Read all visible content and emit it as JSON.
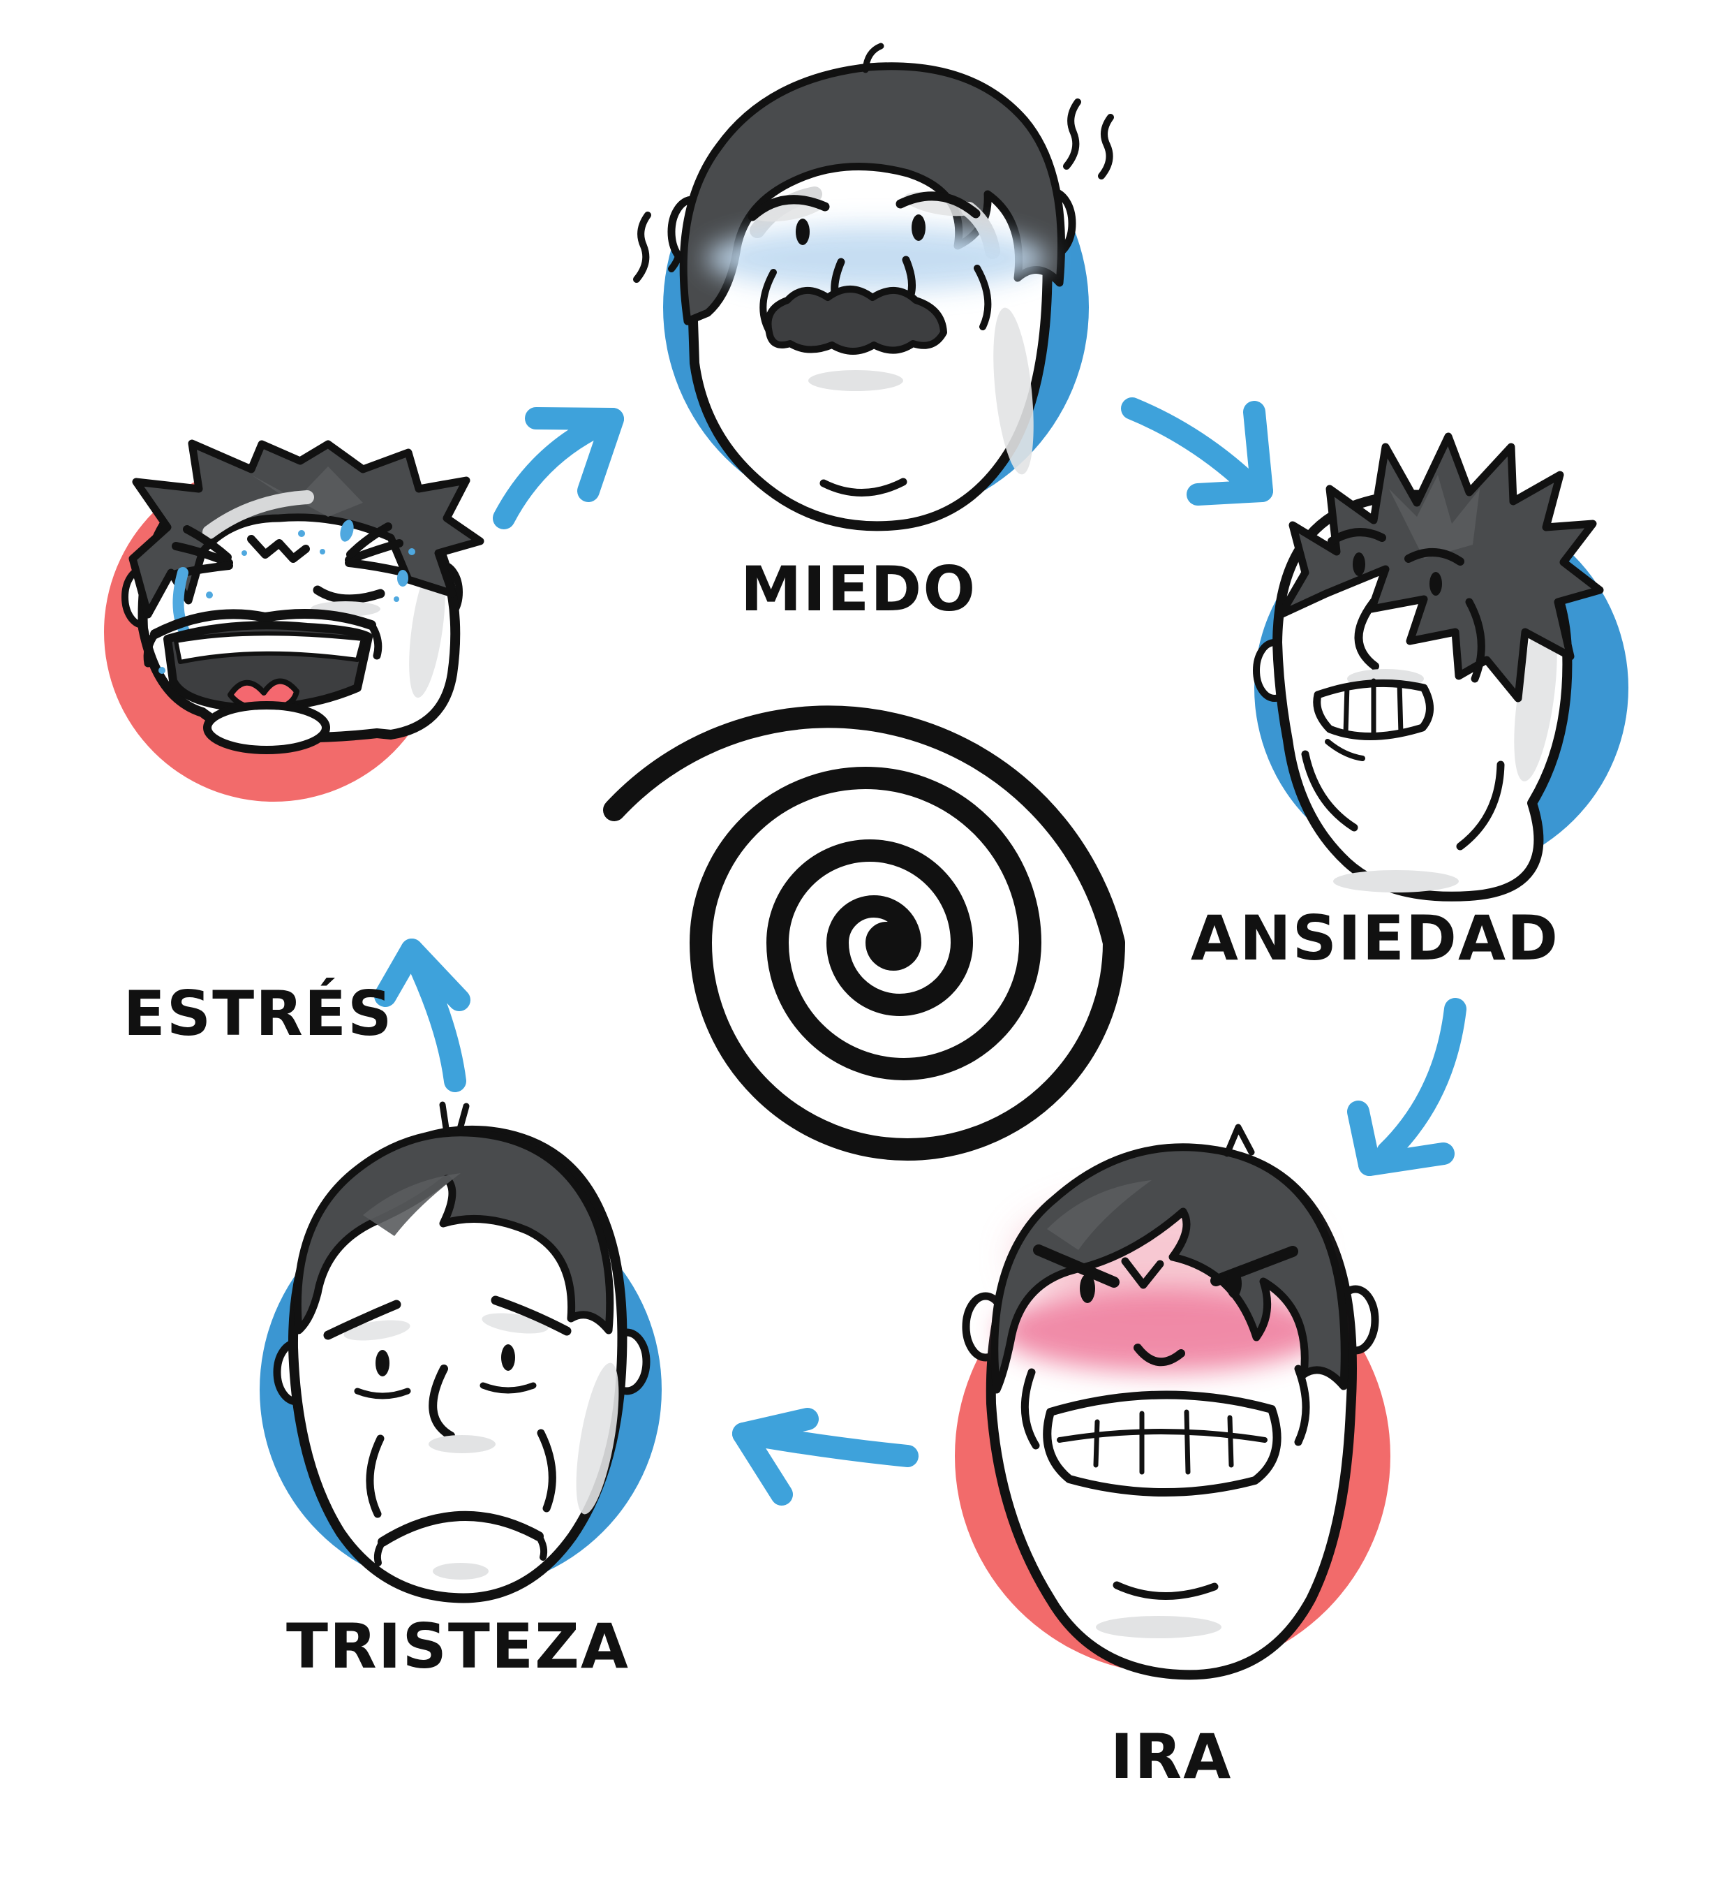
{
  "figure": {
    "kind": "emotion-cycle-illustration",
    "language": "es",
    "background": "#FFFFFF"
  },
  "palette": {
    "ink": "#111111",
    "circle_blue": "#3B96D2",
    "circle_red": "#F26B6B",
    "arrow_blue": "#3EA2DB",
    "hair": "#494B4D",
    "hair_light": "#5A5C5E",
    "hair_highlight": "#D7D8D9",
    "skin": "#FFFFFF",
    "shading": "#E2E3E4",
    "fear_tint": "#C3DCF2",
    "anger_flush": "#EF7F9F",
    "anger_flush_light": "#F6BFCB",
    "sweat_blue": "#4FA8DF",
    "mouth_dark": "#3D3E40",
    "tongue_red": "#F4686F"
  },
  "center": {
    "icon": "spiral",
    "description": "black hypnotic spiral"
  },
  "cycle": {
    "direction": "clockwise",
    "nodes": [
      {
        "id": "miedo",
        "label": "MIEDO",
        "emotion": "fear",
        "circle": "blue",
        "expression": "scared face, trembling squiggles, pale blue band across cheeks, wavy open mouth"
      },
      {
        "id": "ansiedad",
        "label": "ANSIEDAD",
        "emotion": "anxiety",
        "circle": "blue",
        "expression": "worried face with wild spiky hair and clenched-teeth grimace"
      },
      {
        "id": "ira",
        "label": "IRA",
        "emotion": "anger",
        "circle": "red",
        "expression": "angry face, furrowed brows, red flushed cheeks, gritted teeth"
      },
      {
        "id": "tristeza",
        "label": "TRISTEZA",
        "emotion": "sadness",
        "circle": "blue",
        "expression": "sad face with drooping brows, eye bags and downturned mouth"
      },
      {
        "id": "estres",
        "label": "ESTRÉS",
        "emotion": "stress",
        "circle": "red",
        "expression": "screaming face, eyes squeezed shut, sweat drops, huge open mouth"
      }
    ],
    "arrows": [
      {
        "from": "estres",
        "to": "miedo"
      },
      {
        "from": "miedo",
        "to": "ansiedad"
      },
      {
        "from": "ansiedad",
        "to": "ira"
      },
      {
        "from": "ira",
        "to": "tristeza"
      },
      {
        "from": "tristeza",
        "to": "estres"
      }
    ]
  }
}
